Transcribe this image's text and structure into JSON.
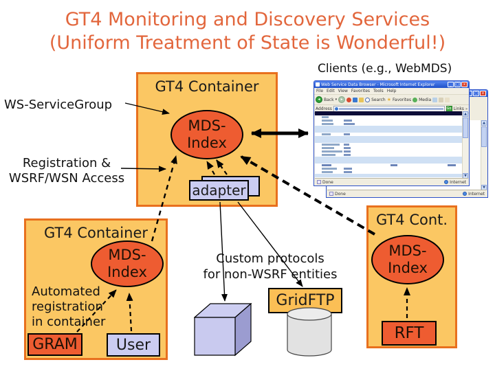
{
  "title": {
    "line1": "GT4 Monitoring and Discovery Services",
    "line2": "(Uniform Treatment of State is Wonderful!)"
  },
  "clients_label": "Clients (e.g., WebMDS)",
  "labels": {
    "ws_servicegroup": "WS-ServiceGroup",
    "registration_line1": "Registration &",
    "registration_line2": "WSRF/WSN Access",
    "custom_protocols_line1": "Custom protocols",
    "custom_protocols_line2": "for non-WSRF entities",
    "automated_line1": "Automated",
    "automated_line2": "registration",
    "automated_line3": "in container"
  },
  "containers": {
    "top": {
      "title": "GT4 Container",
      "index_line1": "MDS-",
      "index_line2": "Index",
      "adapter": "adapter"
    },
    "bottom_left": {
      "title": "GT4 Container",
      "index_line1": "MDS-",
      "index_line2": "Index",
      "gram": "GRAM",
      "user": "User"
    },
    "right": {
      "title": "GT4 Cont.",
      "index_line1": "MDS-",
      "index_line2": "Index",
      "rft": "RFT"
    }
  },
  "nodes": {
    "gridftp": "GridFTP"
  },
  "browser": {
    "title": "Web Service Data Browser - Microsoft Internet Explorer",
    "menu": [
      "File",
      "Edit",
      "View",
      "Favorites",
      "Tools",
      "Help"
    ],
    "toolbar": {
      "back": "Back",
      "search": "Search",
      "favorites": "Favorites",
      "media": "Media"
    },
    "address_label": "Address",
    "go_label": "Go",
    "links_label": "Links",
    "status_left": "Done",
    "status_right": "Internet",
    "content_rows": [
      {
        "t": "i",
        "lw": 10,
        "vw": 0
      },
      {
        "t": "i",
        "lw": 16,
        "vw": 12
      },
      {
        "t": "i",
        "lw": 17,
        "vw": 16
      },
      {
        "t": "s"
      },
      {
        "t": "s"
      },
      {
        "t": "i",
        "lw": 13,
        "vw": 9
      },
      {
        "t": "s"
      },
      {
        "t": "s"
      },
      {
        "t": "i",
        "lw": 26,
        "vw": 8
      },
      {
        "t": "i",
        "lw": 18,
        "vw": 10
      },
      {
        "t": "i",
        "lw": 30,
        "vw": 10
      },
      {
        "t": "i",
        "lw": 20,
        "vw": 10
      },
      {
        "t": "s"
      },
      {
        "t": "s"
      },
      {
        "t": "h"
      },
      {
        "t": "i",
        "lw": 22,
        "vw": 12
      },
      {
        "t": "i",
        "lw": 16,
        "vw": 12
      },
      {
        "t": "s"
      },
      {
        "t": "i",
        "lw": 14,
        "vw": 8
      },
      {
        "t": "l",
        "lw": 22,
        "vw": 120
      }
    ]
  },
  "colors": {
    "title_text": "#E2663C",
    "container_fill": "#FBC763",
    "container_border": "#E8701E",
    "ellipse_fill": "#EE5C31",
    "lavender_fill": "#CBCCF2",
    "gridftp_fill": "#FBBF55",
    "xp_titlebar": "#2B5AD8",
    "section_row": "#CFE0F4"
  }
}
